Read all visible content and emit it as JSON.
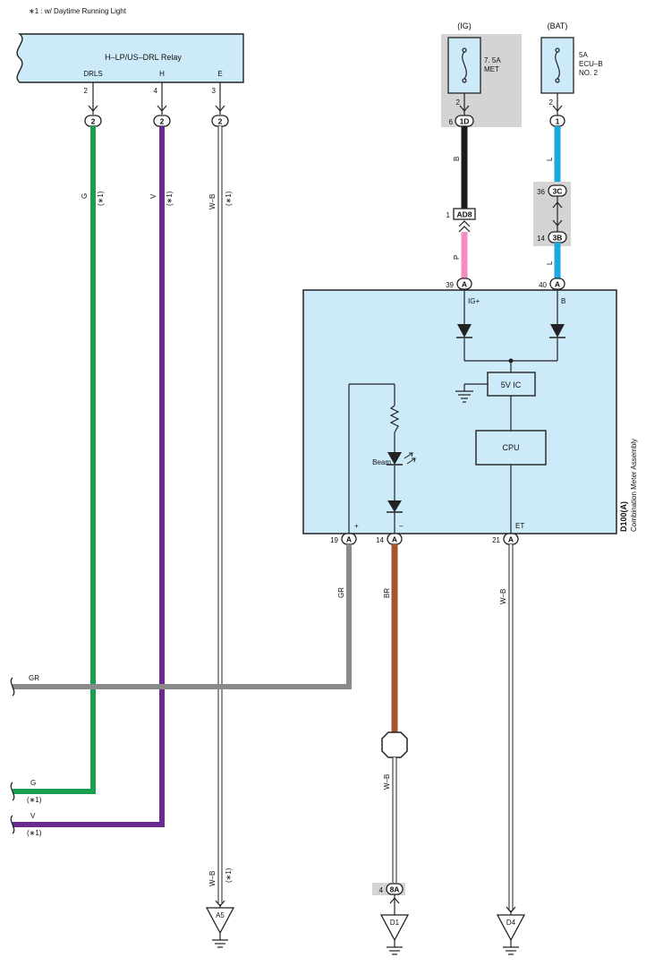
{
  "note": "∗1 : w/ Daytime Running Light",
  "relay": {
    "name": "H–LP/US–DRL Relay",
    "pins": [
      {
        "label": "DRLS",
        "num": "2",
        "conn": "2"
      },
      {
        "label": "H",
        "num": "4",
        "conn": "2"
      },
      {
        "label": "E",
        "num": "3",
        "conn": "2"
      }
    ]
  },
  "fuses": [
    {
      "source": "(IG)",
      "rating": "7. 5A",
      "name": "MET",
      "pin_top": "2",
      "pin_bottom": "6",
      "conn": "1D"
    },
    {
      "source": "(BAT)",
      "rating": "5A",
      "name": "ECU–B",
      "name2": "NO. 2",
      "pin_top": "2",
      "conn": "1"
    }
  ],
  "junctions": {
    "ad8": {
      "pin": "1",
      "label": "AD8"
    },
    "c3": {
      "pin": "36",
      "label": "3C"
    },
    "b3": {
      "pin": "14",
      "label": "3B"
    }
  },
  "meter": {
    "id": "D100(A)",
    "name": "Combination Meter Assembly",
    "ig_label": "IG+",
    "b_label": "B",
    "ic_label": "5V IC",
    "cpu_label": "CPU",
    "beam_label": "Beam",
    "plus": "+",
    "minus": "–",
    "et": "ET",
    "top_pins": [
      {
        "num": "39",
        "conn": "A"
      },
      {
        "num": "40",
        "conn": "A"
      }
    ],
    "bottom_pins": [
      {
        "num": "19",
        "conn": "A"
      },
      {
        "num": "14",
        "conn": "A"
      },
      {
        "num": "21",
        "conn": "A"
      }
    ]
  },
  "wires": {
    "g": "G",
    "v": "V",
    "wb": "W–B",
    "b": "B",
    "l": "L",
    "p": "P",
    "gr": "GR",
    "br": "BR",
    "star": "(∗1)"
  },
  "left_refs": {
    "gr": "GR",
    "g": "G",
    "v": "V",
    "star": "(∗1)"
  },
  "lower_conn": {
    "pin": "4",
    "label": "8A"
  },
  "grounds": [
    {
      "label": "A5"
    },
    {
      "label": "D1"
    },
    {
      "label": "D4"
    }
  ],
  "colors": {
    "green": "#1a9e50",
    "purple": "#6a2a8e",
    "black": "#1a1a1a",
    "blue": "#1ba8e0",
    "pink": "#f28cc0",
    "grey": "#8a8a8a",
    "brown": "#a8552e",
    "lightblue": "#cdeaf8",
    "grey_bg": "#d4d4d4"
  }
}
